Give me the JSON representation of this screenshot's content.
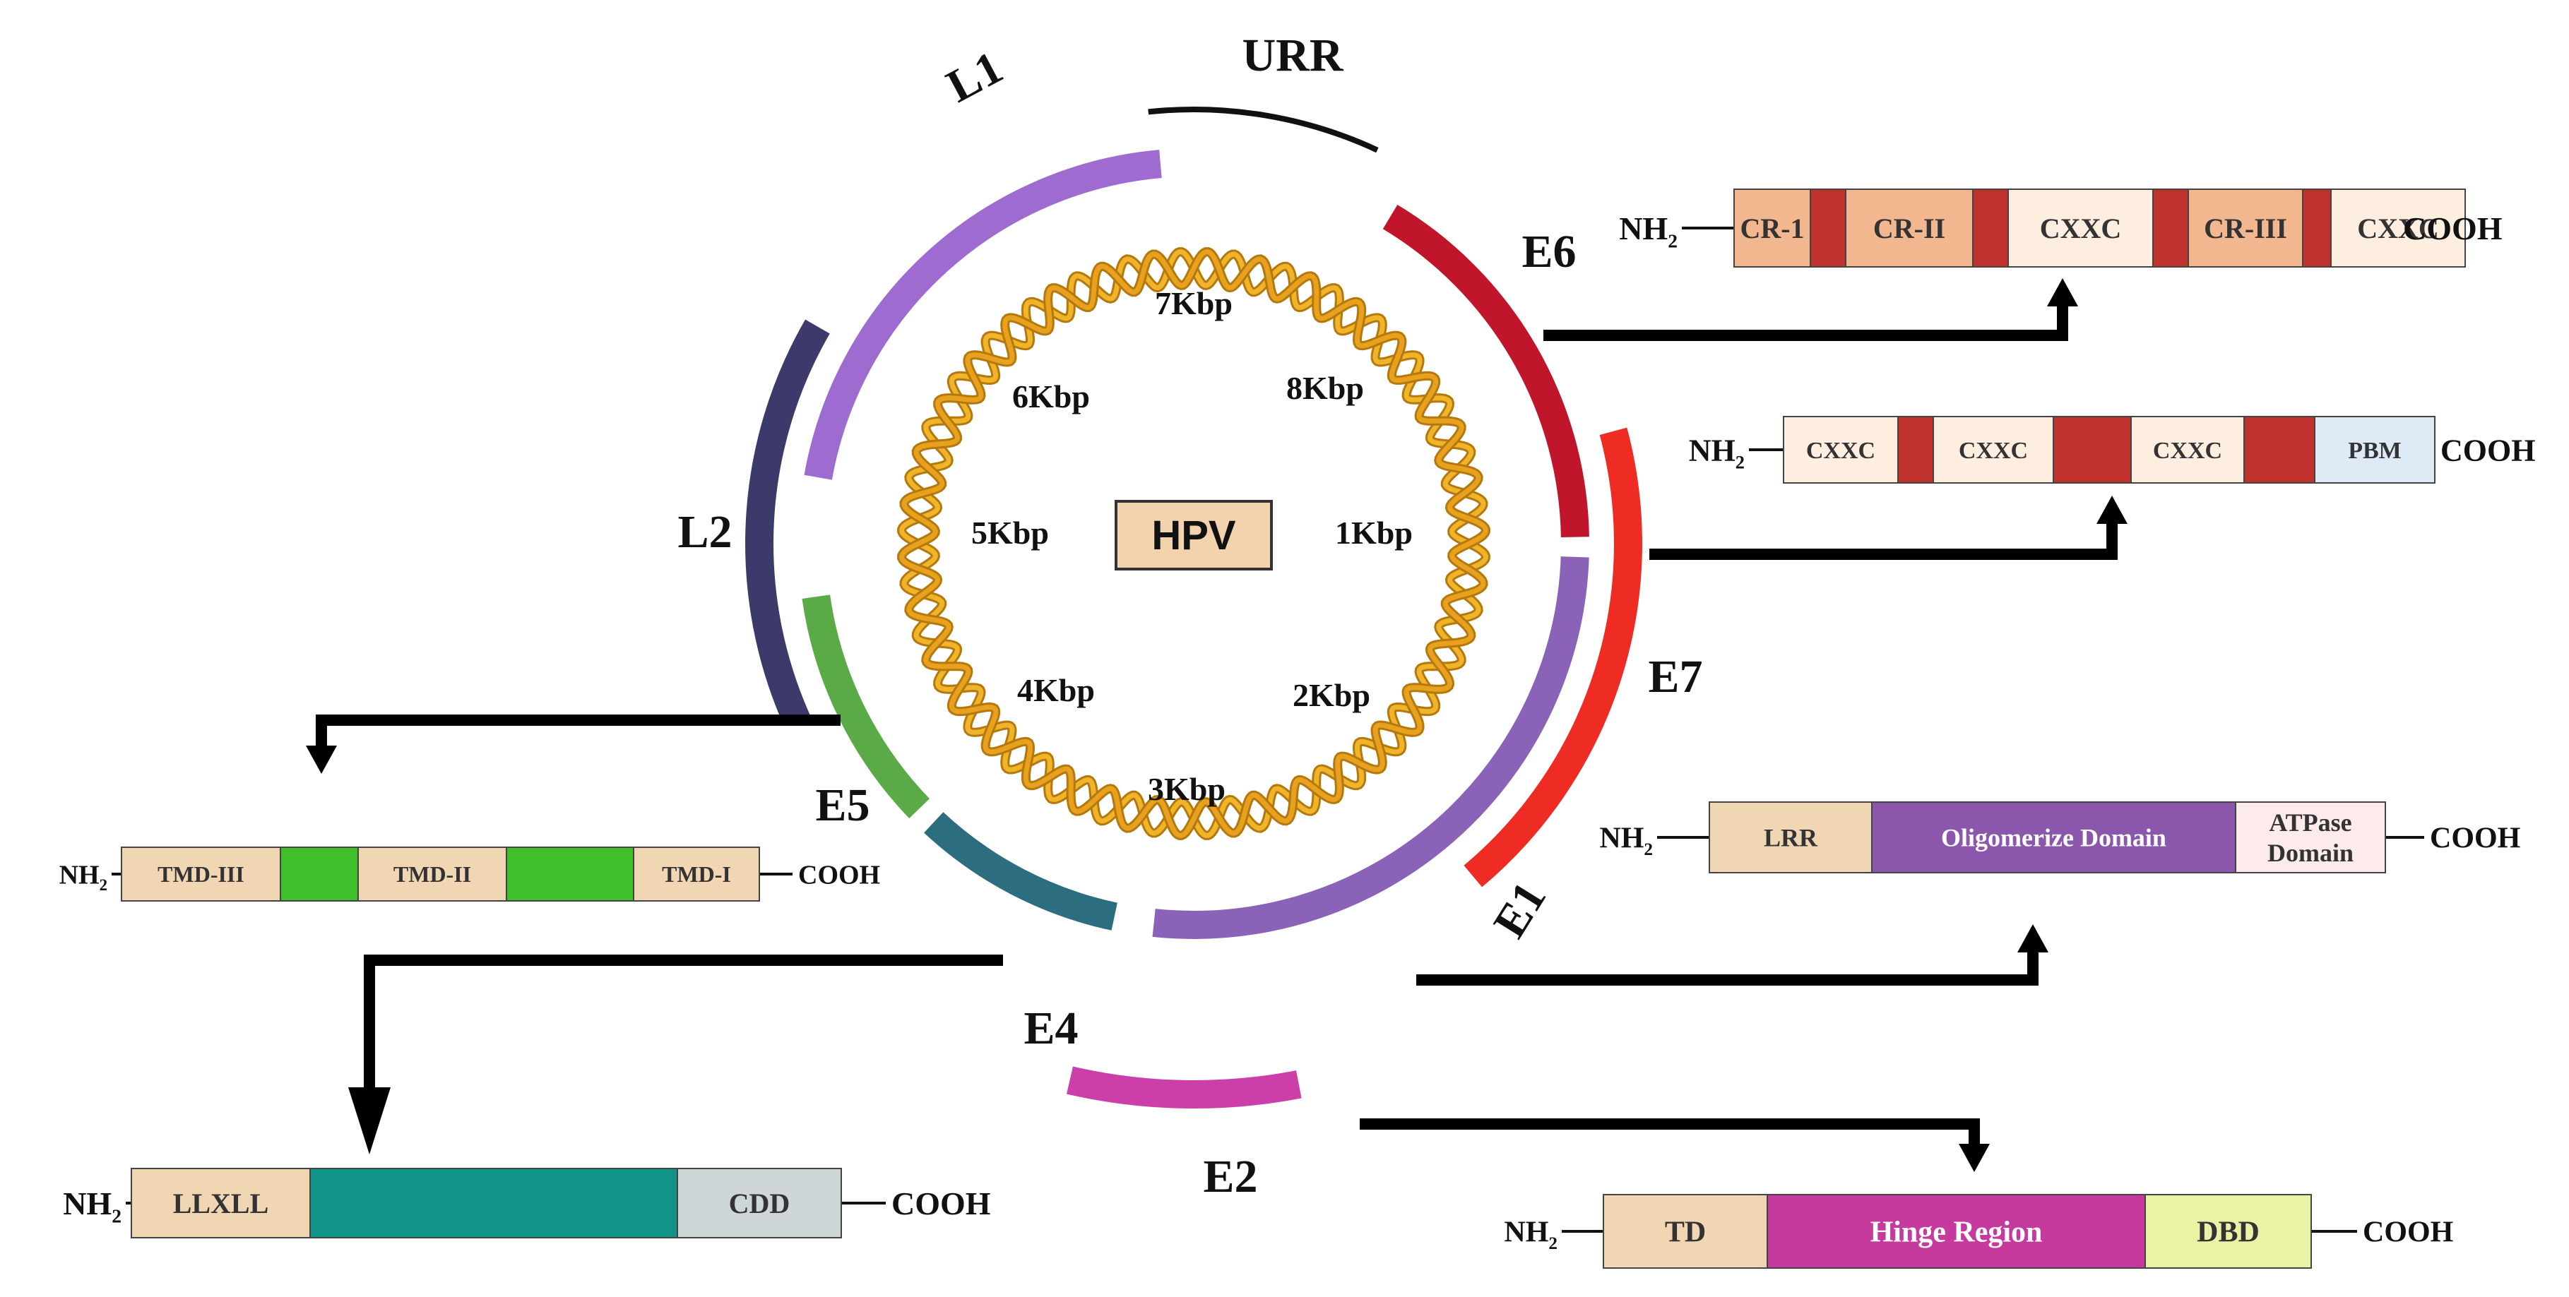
{
  "center_label": "HPV",
  "kbp_labels": [
    "1Kbp",
    "2Kbp",
    "3Kbp",
    "4Kbp",
    "5Kbp",
    "6Kbp",
    "7Kbp",
    "8Kbp"
  ],
  "genes": [
    {
      "id": "urr",
      "label": "URR",
      "color": "#111111"
    },
    {
      "id": "e6",
      "label": "E6",
      "color": "#c0152a"
    },
    {
      "id": "e7",
      "label": "E7",
      "color": "#ee2c24"
    },
    {
      "id": "e1",
      "label": "E1",
      "color": "#8a62b8"
    },
    {
      "id": "e2",
      "label": "E2",
      "color": "#cc3fa8"
    },
    {
      "id": "e4",
      "label": "E4",
      "color": "#2c6d80"
    },
    {
      "id": "e5",
      "label": "E5",
      "color": "#5aaa47"
    },
    {
      "id": "l2",
      "label": "L2",
      "color": "#3c3a6b"
    },
    {
      "id": "l1",
      "label": "L1",
      "color": "#9e6bd0"
    }
  ],
  "terminals": {
    "n": "NH",
    "n_sub": "2",
    "c": "COOH"
  },
  "proteins": {
    "e6": {
      "segments": [
        {
          "label": "CR-1",
          "color": "#f2b78e"
        },
        {
          "label": "",
          "color": "#c0322e"
        },
        {
          "label": "CR-II",
          "color": "#f2b78e"
        },
        {
          "label": "",
          "color": "#c0322e"
        },
        {
          "label": "CXXC",
          "color": "#fdeee0"
        },
        {
          "label": "",
          "color": "#c0322e"
        },
        {
          "label": "CR-III",
          "color": "#f2b78e"
        },
        {
          "label": "",
          "color": "#c0322e"
        },
        {
          "label": "CXXC",
          "color": "#fdeee0"
        }
      ]
    },
    "e7": {
      "segments": [
        {
          "label": "CXXC",
          "color": "#fdeee0"
        },
        {
          "label": "",
          "color": "#c0322e"
        },
        {
          "label": "CXXC",
          "color": "#fdeee0"
        },
        {
          "label": "",
          "color": "#c0322e"
        },
        {
          "label": "CXXC",
          "color": "#fdeee0"
        },
        {
          "label": "",
          "color": "#c0322e"
        },
        {
          "label": "PBM",
          "color": "#dfeaf7"
        }
      ]
    },
    "e1": {
      "segments": [
        {
          "label": "LRR",
          "color": "#f0d6b3"
        },
        {
          "label": "Oligomerize Domain",
          "color": "#8a57ad"
        },
        {
          "label": "ATPase",
          "label2": "Domain",
          "color": "#fdeaea"
        }
      ]
    },
    "e5": {
      "segments": [
        {
          "label": "TMD-III",
          "color": "#f0d6b3"
        },
        {
          "label": "",
          "color": "#3fbf2a"
        },
        {
          "label": "TMD-II",
          "color": "#f0d6b3"
        },
        {
          "label": "",
          "color": "#3fbf2a"
        },
        {
          "label": "TMD-I",
          "color": "#f0d6b3"
        }
      ]
    },
    "e4": {
      "segments": [
        {
          "label": "LLXLL",
          "color": "#f0d6b3"
        },
        {
          "label": "",
          "color": "#0f9487"
        },
        {
          "label": "CDD",
          "color": "#cfd6d8"
        }
      ]
    },
    "e2": {
      "segments": [
        {
          "label": "TD",
          "color": "#f0d6b3"
        },
        {
          "label": "Hinge Region",
          "color": "#c53a9c"
        },
        {
          "label": "DBD",
          "color": "#eaf2a6"
        }
      ]
    }
  }
}
